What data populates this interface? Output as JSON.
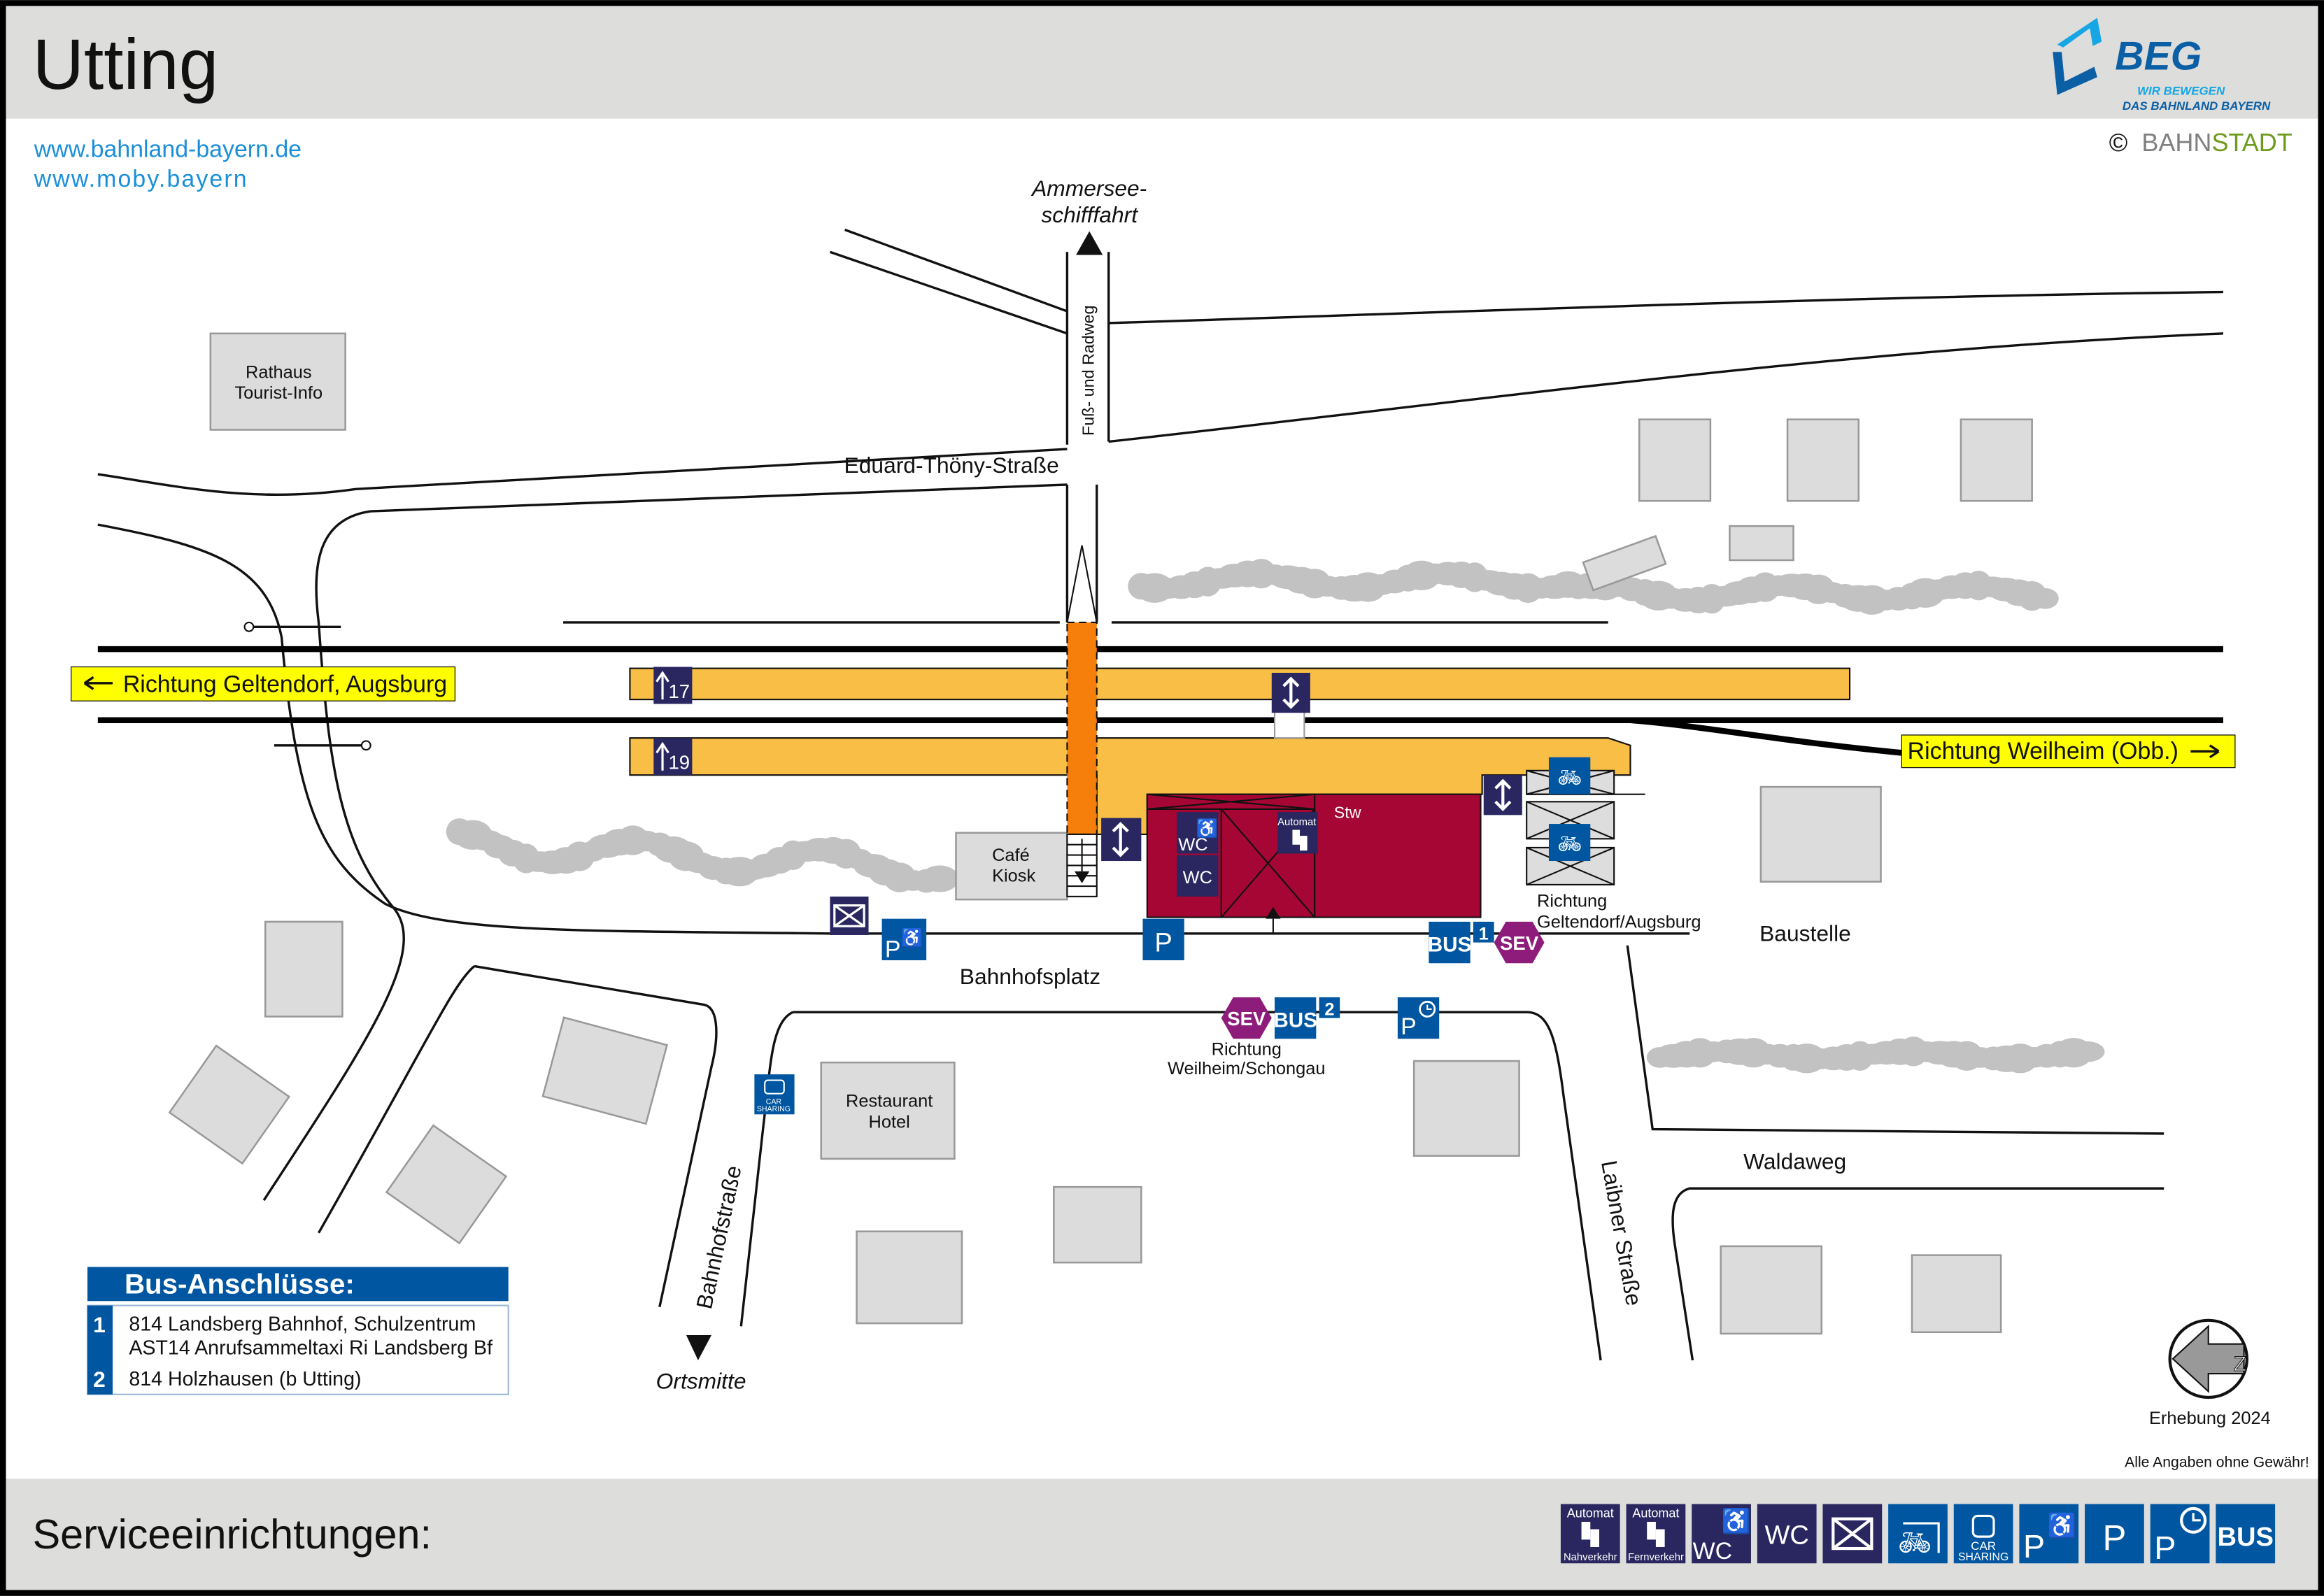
{
  "header": {
    "title": "Utting",
    "logo": {
      "name": "BEG",
      "tagline_1": "WIR BEWEGEN",
      "tagline_2": "DAS BAHNLAND BAYERN"
    },
    "links": [
      "www.bahnland-bayern.de",
      "www.moby.bayern"
    ],
    "copyright": {
      "symbol": "©",
      "part1": "BAHN",
      "part2": "STADT"
    }
  },
  "map": {
    "directions": {
      "west": "Richtung Geltendorf, Augsburg",
      "east": "Richtung Weilheim (Obb.)",
      "ammersee_1": "Ammersee-",
      "ammersee_2": "schifffahrt",
      "ortsmitte": "Ortsmitte"
    },
    "streets": {
      "eduard": "Eduard-Thöny-Straße",
      "fussweg": "Fuß- und Radweg",
      "bahnhofsplatz": "Bahnhofsplatz",
      "bahnhofstrasse": "Bahnhofstraße",
      "laibner": "Laibner Straße",
      "waldaweg": "Waldaweg"
    },
    "places": {
      "rathaus_1": "Rathaus",
      "rathaus_2": "Tourist-Info",
      "cafe_1": "Café",
      "cafe_2": "Kiosk",
      "restaurant_1": "Restaurant",
      "restaurant_2": "Hotel",
      "baustelle": "Baustelle",
      "stw": "Stw"
    },
    "platforms": [
      {
        "number": "17"
      },
      {
        "number": "19"
      }
    ],
    "stops": {
      "bus1_label": "BUS",
      "bus1_num": "1",
      "sev": "SEV",
      "bus1_dir_1": "Richtung",
      "bus1_dir_2": "Geltendorf/Augsburg",
      "bus2_label": "BUS",
      "bus2_num": "2",
      "bus2_dir_1": "Richtung",
      "bus2_dir_2": "Weilheim/Schongau"
    },
    "signs": {
      "wc": "WC",
      "p": "P",
      "automat": "Automat",
      "car": "CAR",
      "sharing": "SHARING"
    },
    "survey": "Erhebung 2024",
    "disclaimer": "Alle Angaben ohne Gewähr!"
  },
  "bus_connections": {
    "title": "Bus-Anschlüsse:",
    "rows": [
      {
        "stop": "1",
        "lines": [
          "814 Landsberg Bahnhof, Schulzentrum",
          "AST14 Anrufsammeltaxi Ri Landsberg Bf"
        ]
      },
      {
        "stop": "2",
        "lines": [
          "814 Holzhausen (b Utting)"
        ]
      }
    ]
  },
  "footer": {
    "title": "Serviceeinrichtungen:",
    "legend": [
      {
        "icon": "ticket-machine-local-icon",
        "top": "Automat",
        "bottom": "Nahverkehr"
      },
      {
        "icon": "ticket-machine-long-distance-icon",
        "top": "Automat",
        "bottom": "Fernverkehr"
      },
      {
        "icon": "accessible-wc-icon",
        "text": "WC"
      },
      {
        "icon": "wc-icon",
        "text": "WC"
      },
      {
        "icon": "mail-icon"
      },
      {
        "icon": "bicycle-parking-icon"
      },
      {
        "icon": "car-sharing-icon",
        "top": "CAR",
        "bottom": "SHARING"
      },
      {
        "icon": "accessible-parking-icon",
        "text": "P"
      },
      {
        "icon": "parking-icon",
        "text": "P"
      },
      {
        "icon": "short-term-parking-icon",
        "text": "P"
      },
      {
        "icon": "bus-icon",
        "text": "BUS"
      }
    ]
  },
  "colors": {
    "platform": "#f9be45",
    "footbridge": "#f57f0a",
    "building": "#a50633",
    "navy": "#2a2760",
    "blue": "#0056a0",
    "sev": "#8e1c7a",
    "direction": "#ffff00"
  }
}
